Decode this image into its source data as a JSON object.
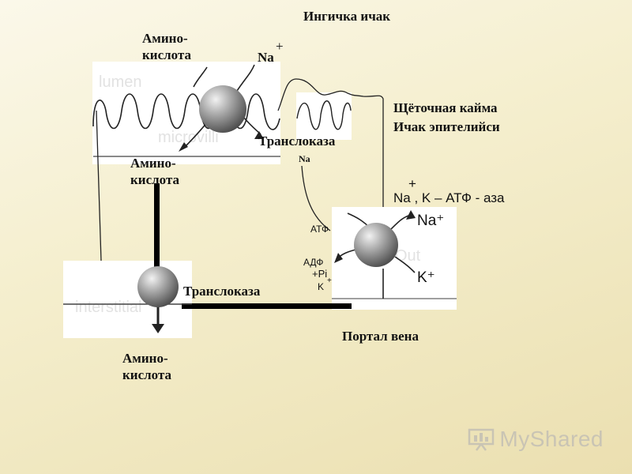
{
  "labels": {
    "small_intestine": "Ингичка ичак",
    "amino_acid": "Амино-\nкислота",
    "sodium": "Na",
    "plus": "+",
    "brush_border": "Щёточная кайма",
    "epithelium": "Ичак эпителийси",
    "translocase": "Транслоказа",
    "na_k_atpase": "Na , K – АТФ - аза",
    "atp": "АТФ",
    "adp": "АДФ",
    "plus_pi": "+Pi",
    "potassium": "K",
    "portal_vein": "Портал вена",
    "na_plus_img": "Na⁺",
    "k_plus_img": "K⁺"
  },
  "watermark": {
    "text": "MyShared",
    "icon": "presentation-board-icon"
  },
  "colors": {
    "background": "#f5efcf",
    "line": "#000000",
    "sphere": "#8a8a8a"
  }
}
